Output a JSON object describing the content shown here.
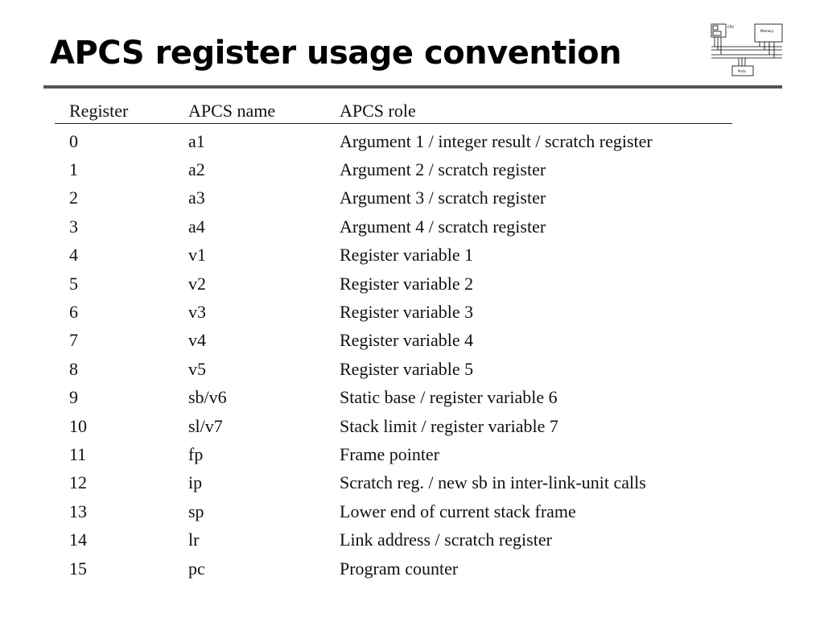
{
  "slide": {
    "title": "APCS register usage convention"
  },
  "logo": {
    "icon": "computer-architecture-diagram-icon",
    "label_cpu": "CPU",
    "label_memory": "Memory",
    "label_ports": "Ports"
  },
  "table": {
    "headers": [
      "Register",
      "APCS name",
      "APCS role"
    ],
    "rows": [
      {
        "reg": "0",
        "name": "a1",
        "role": "Argument 1 / integer result / scratch register"
      },
      {
        "reg": "1",
        "name": "a2",
        "role": "Argument 2 / scratch register"
      },
      {
        "reg": "2",
        "name": "a3",
        "role": "Argument 3 / scratch register"
      },
      {
        "reg": "3",
        "name": "a4",
        "role": "Argument 4 / scratch register"
      },
      {
        "reg": "4",
        "name": "v1",
        "role": "Register variable 1"
      },
      {
        "reg": "5",
        "name": "v2",
        "role": "Register variable 2"
      },
      {
        "reg": "6",
        "name": "v3",
        "role": "Register variable 3"
      },
      {
        "reg": "7",
        "name": "v4",
        "role": "Register variable 4"
      },
      {
        "reg": "8",
        "name": "v5",
        "role": "Register variable 5"
      },
      {
        "reg": "9",
        "name": "sb/v6",
        "role": "Static base / register variable 6"
      },
      {
        "reg": "10",
        "name": "sl/v7",
        "role": "Stack limit / register variable 7"
      },
      {
        "reg": "11",
        "name": "fp",
        "role": "Frame pointer"
      },
      {
        "reg": "12",
        "name": "ip",
        "role": "Scratch reg. / new sb in inter-link-unit calls"
      },
      {
        "reg": "13",
        "name": "sp",
        "role": "Lower end of current stack frame"
      },
      {
        "reg": "14",
        "name": "lr",
        "role": "Link address / scratch register"
      },
      {
        "reg": "15",
        "name": "pc",
        "role": "Program counter"
      }
    ]
  }
}
